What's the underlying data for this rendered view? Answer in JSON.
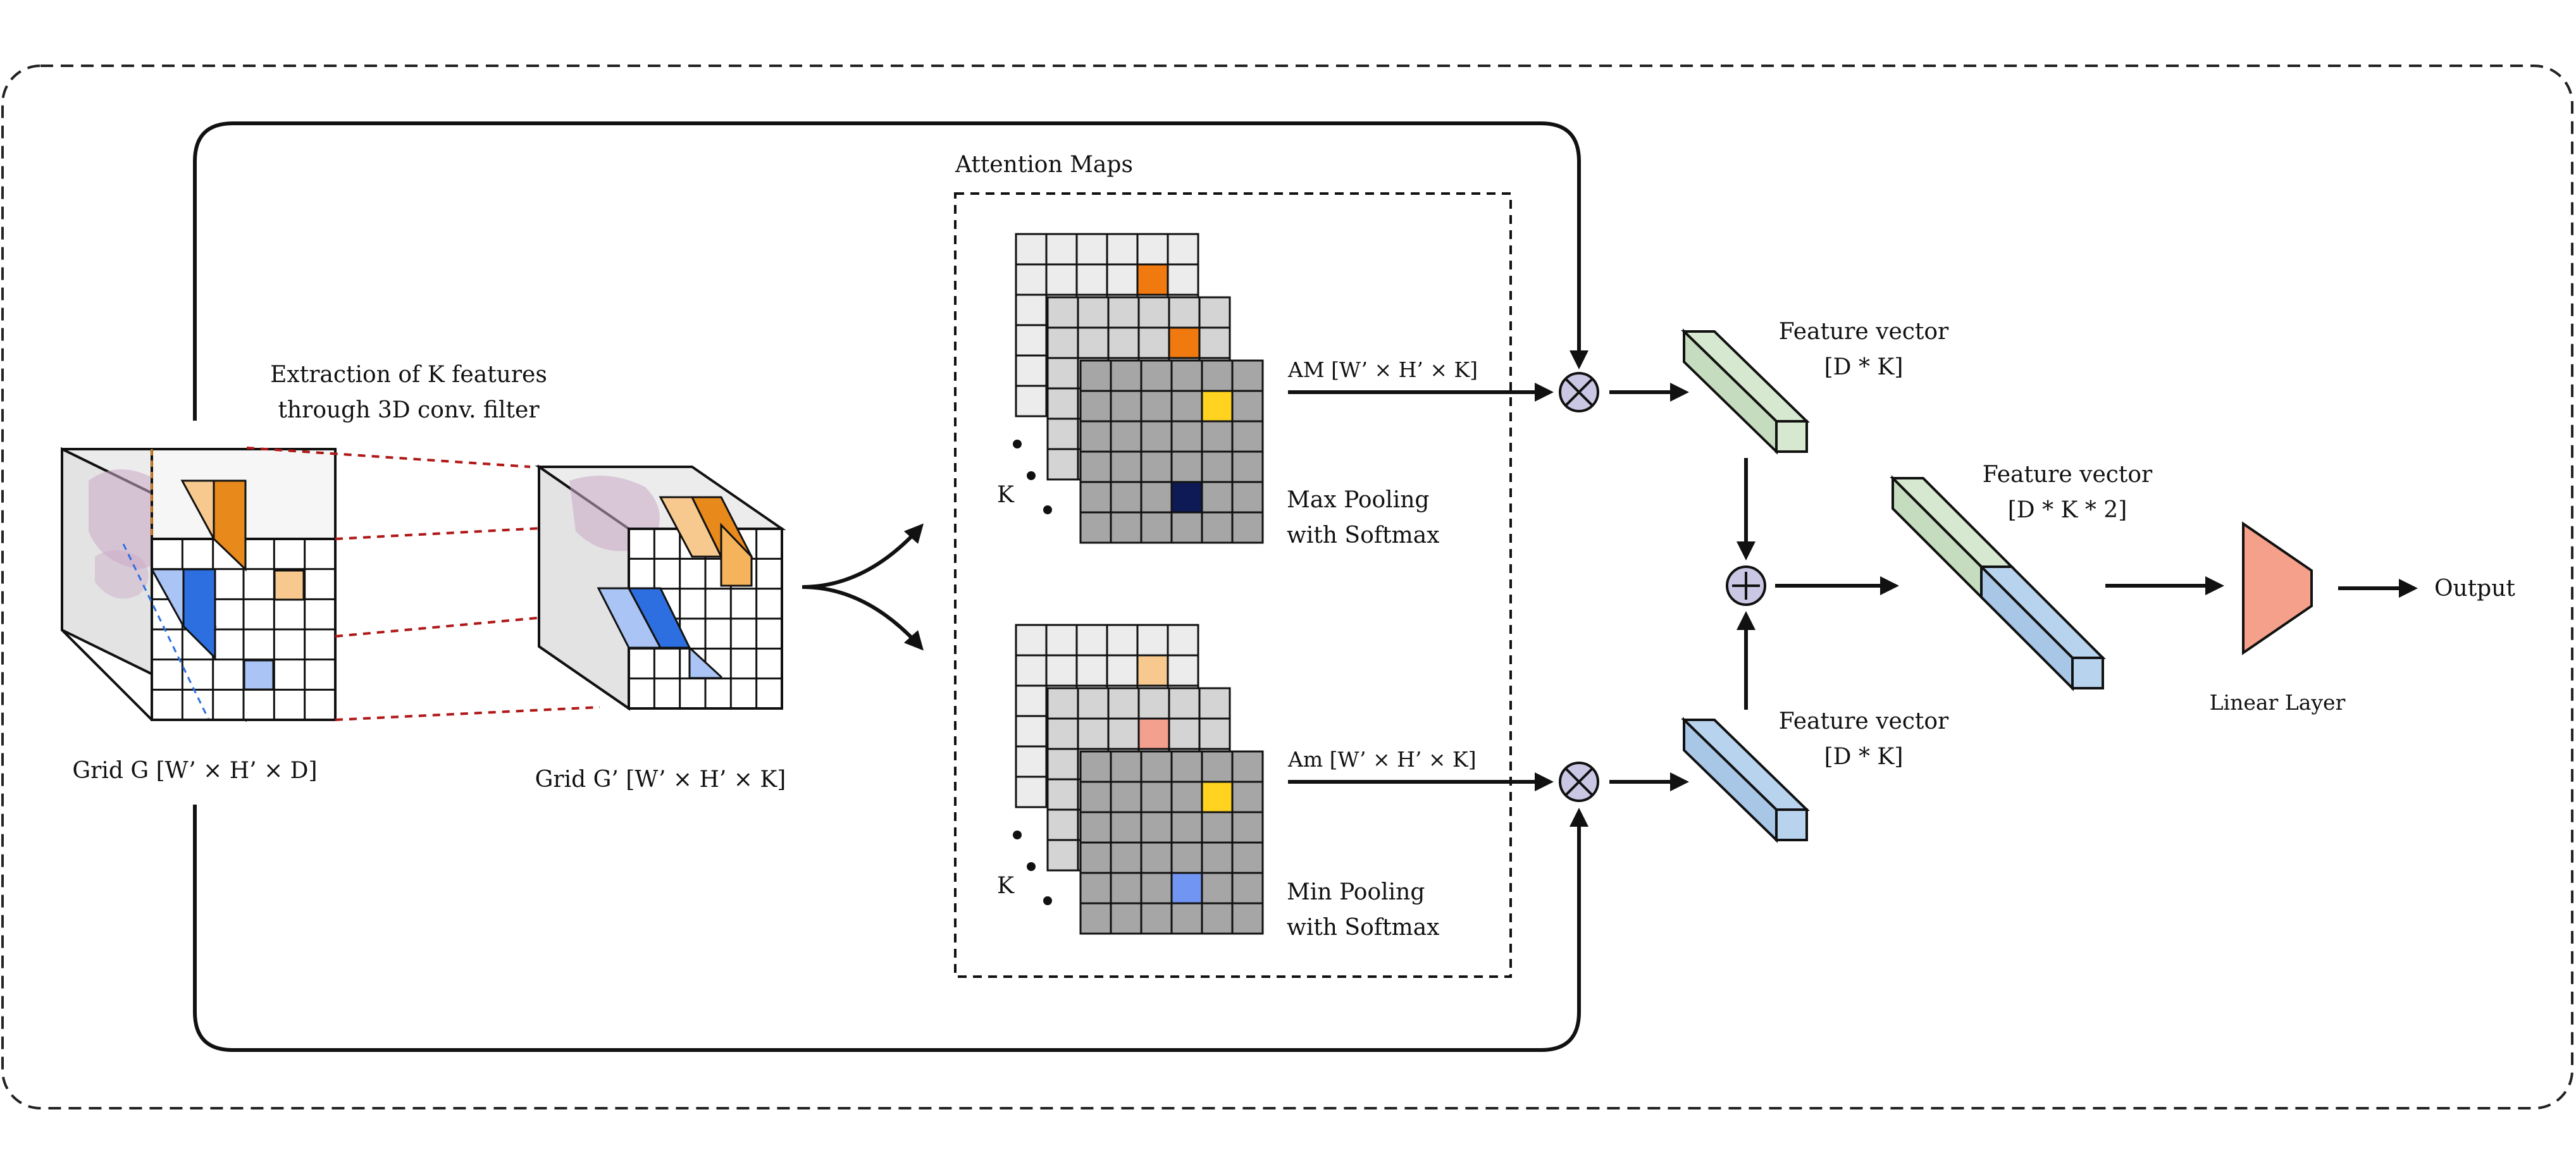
{
  "labels": {
    "extraction_line1": "Extraction of K features",
    "extraction_line2": "through 3D conv. filter",
    "grid_g": "Grid G [W’ × H’ × D]",
    "grid_g_prime": "Grid G’ [W’ × H’ × K]",
    "attention_maps": "Attention Maps",
    "am_max": "AM [W’ × H’ × K]",
    "am_min": "Am [W’ × H’ × K]",
    "max_pool_line1": "Max Pooling",
    "max_pool_line2": "with Softmax",
    "min_pool_line1": "Min Pooling",
    "min_pool_line2": "with Softmax",
    "k_top": "K",
    "k_bottom": "K",
    "fv_top_line1": "Feature vector",
    "fv_top_line2": "[D * K]",
    "fv_mid_line1": "Feature vector",
    "fv_mid_line2": "[D * K * 2]",
    "fv_bottom_line1": "Feature vector",
    "fv_bottom_line2": "[D * K]",
    "linear_layer": "Linear Layer",
    "output": "Output"
  },
  "colors": {
    "orange_dark": "#e8891c",
    "orange_light": "#f7c98e",
    "orange_fill": "#f5b45c",
    "blue_dark": "#2d6fe0",
    "blue_light": "#a9c4f5",
    "blue_mid": "#5d8ff0",
    "am_orange": "#f07a10",
    "am_yellow": "#ffd31f",
    "am_navy": "#0e1a55",
    "am_orange_light": "#f7c98e",
    "am_salmon": "#f4a08e",
    "am_blue": "#7195f2",
    "green_vec": "#d6e8cf",
    "blue_vec": "#b8d3ee",
    "linear": "#f5a08a",
    "operator": "#c9c7e3",
    "red_dash": "#b01818"
  },
  "icons": {
    "multiply_top": "circled-times-icon",
    "multiply_bottom": "circled-times-icon",
    "add": "circled-plus-icon"
  }
}
